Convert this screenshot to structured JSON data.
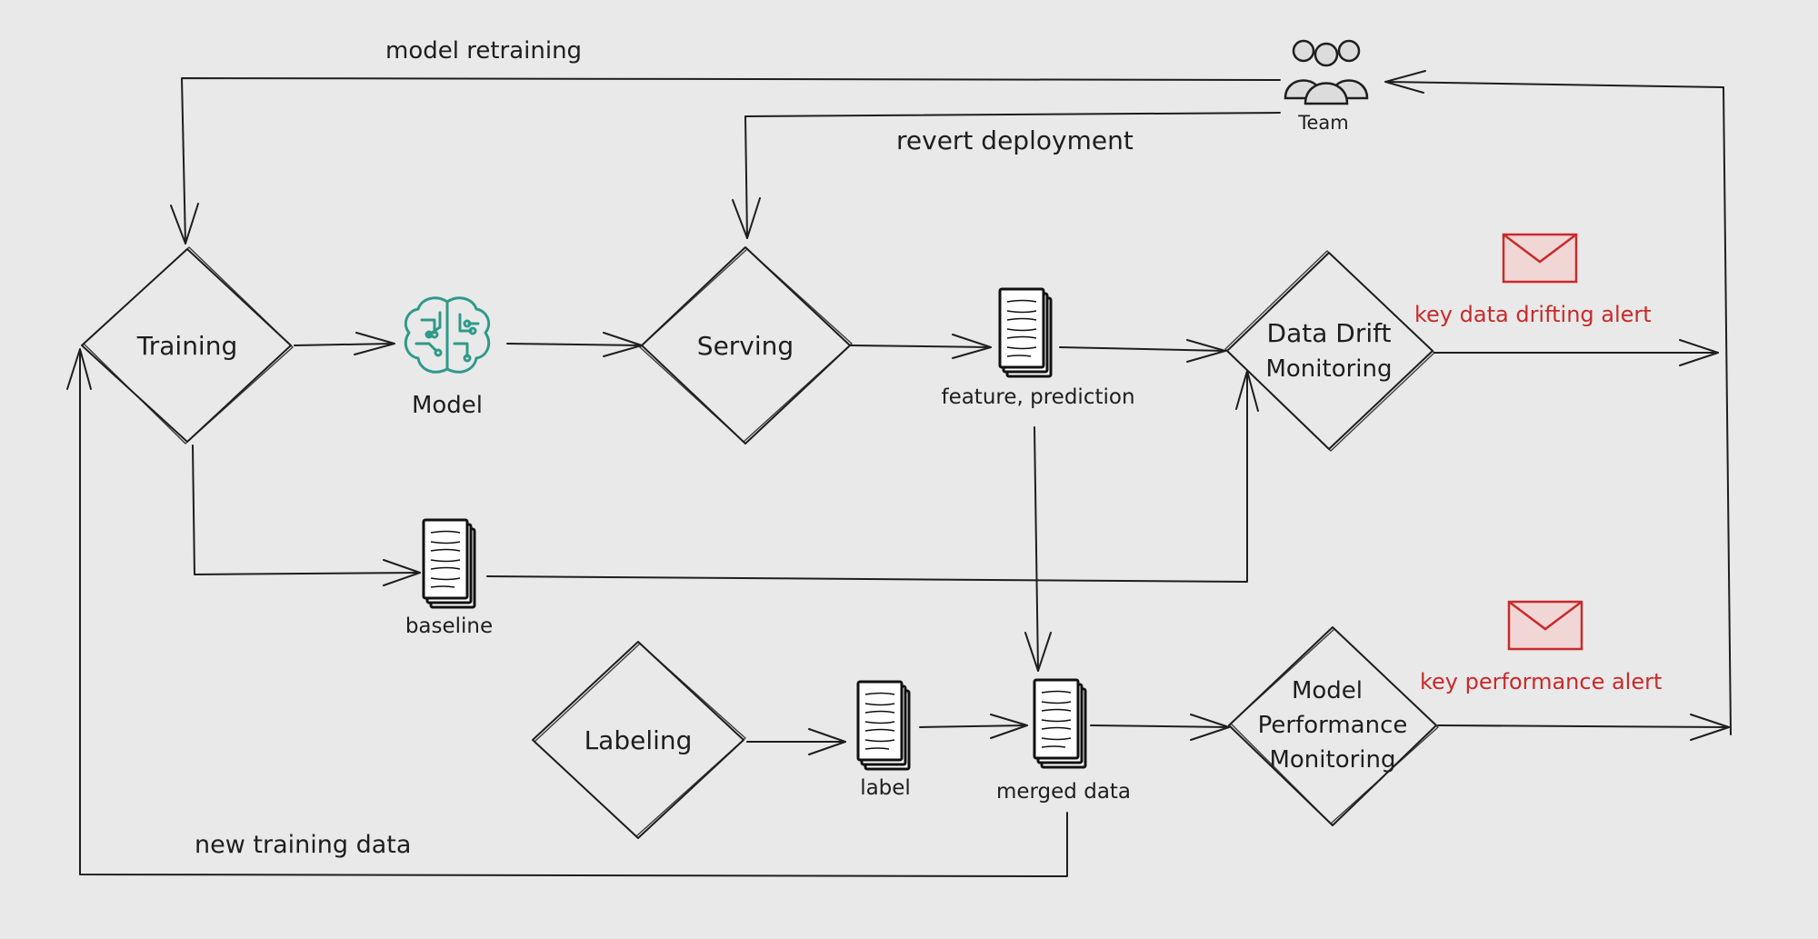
{
  "nodes": {
    "training": "Training",
    "serving": "Serving",
    "data_drift_line1": "Data Drift",
    "data_drift_line2": "Monitoring",
    "labeling": "Labeling",
    "model_perf_line1": "Model",
    "model_perf_line2": "Performance",
    "model_perf_line3": "Monitoring"
  },
  "artifacts": {
    "model": "Model",
    "feature_prediction": "feature, prediction",
    "baseline": "baseline",
    "label": "label",
    "merged_data": "merged data",
    "team": "Team"
  },
  "edges": {
    "model_retraining": "model retraining",
    "revert_deployment": "revert deployment",
    "new_training_data": "new training data"
  },
  "alerts": {
    "data_drift": "key data drifting alert",
    "performance": "key performance alert"
  },
  "colors": {
    "background": "#e9e9e9",
    "stroke": "#1e1e1e",
    "alert": "#c92a2a",
    "model_icon": "#2e9a8a"
  },
  "icons": {
    "model": "brain-circuit-icon",
    "team": "team-icon",
    "alert": "envelope-icon",
    "document": "document-stack-icon"
  }
}
